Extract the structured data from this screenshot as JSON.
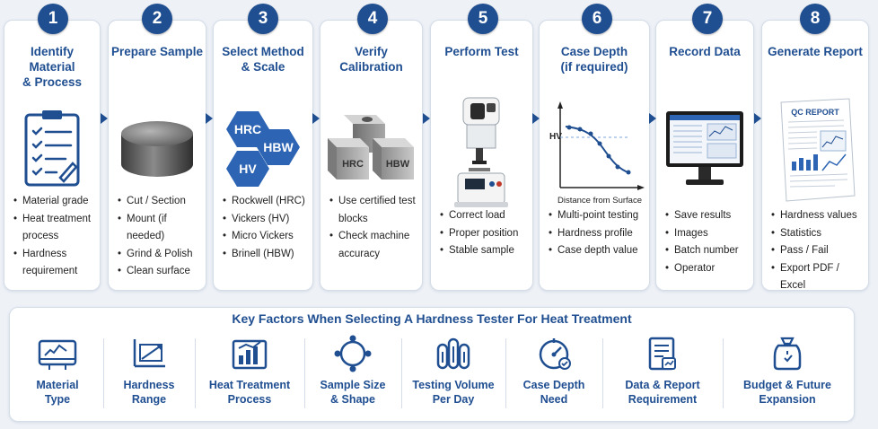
{
  "steps": [
    {
      "num": "1",
      "title": "Identify Material\n& Process",
      "items": [
        "Material grade",
        "Heat treatment process",
        "Hardness requirement"
      ]
    },
    {
      "num": "2",
      "title": "Prepare Sample",
      "items": [
        "Cut / Section",
        "Mount (if needed)",
        "Grind & Polish",
        "Clean surface"
      ]
    },
    {
      "num": "3",
      "title": "Select Method\n& Scale",
      "items": [
        "Rockwell (HRC)",
        "Vickers (HV)",
        "Micro Vickers",
        "Brinell (HBW)"
      ]
    },
    {
      "num": "4",
      "title": "Verify Calibration",
      "items": [
        "Use certified test blocks",
        "Check machine accuracy"
      ]
    },
    {
      "num": "5",
      "title": "Perform Test",
      "items": [
        "Correct load",
        "Proper position",
        "Stable sample"
      ]
    },
    {
      "num": "6",
      "title": "Case Depth\n(if required)",
      "items": [
        "Multi-point testing",
        "Hardness profile",
        "Case depth value"
      ]
    },
    {
      "num": "7",
      "title": "Record Data",
      "items": [
        "Save results",
        "Images",
        "Batch number",
        "Operator"
      ]
    },
    {
      "num": "8",
      "title": "Generate Report",
      "items": [
        "Hardness values",
        "Statistics",
        "Pass / Fail",
        "Export PDF / Excel"
      ]
    }
  ],
  "illustrations": {
    "scales": {
      "hrc": "HRC",
      "hbw": "HBW",
      "hv": "HV"
    },
    "blocks": {
      "left": "HRC",
      "right": "HBW"
    },
    "case_chart": {
      "ylabel": "HV",
      "xlabel": "Distance from Surface"
    },
    "report": {
      "title": "QC REPORT"
    }
  },
  "factors_section": {
    "title": "Key Factors When Selecting A Hardness Tester For Heat Treatment",
    "items": [
      {
        "label": "Material\nType",
        "icon": "material-icon"
      },
      {
        "label": "Hardness\nRange",
        "icon": "range-icon"
      },
      {
        "label": "Heat Treatment\nProcess",
        "icon": "bar-chart-icon"
      },
      {
        "label": "Sample Size\n& Shape",
        "icon": "target-icon"
      },
      {
        "label": "Testing Volume\nPer Day",
        "icon": "volume-icon"
      },
      {
        "label": "Case Depth\nNeed",
        "icon": "gauge-icon"
      },
      {
        "label": "Data & Report\nRequirement",
        "icon": "report-icon"
      },
      {
        "label": "Budget & Future\nExpansion",
        "icon": "budget-icon"
      }
    ]
  },
  "colors": {
    "accent": "#1f4e91",
    "background": "#eef2f7"
  }
}
